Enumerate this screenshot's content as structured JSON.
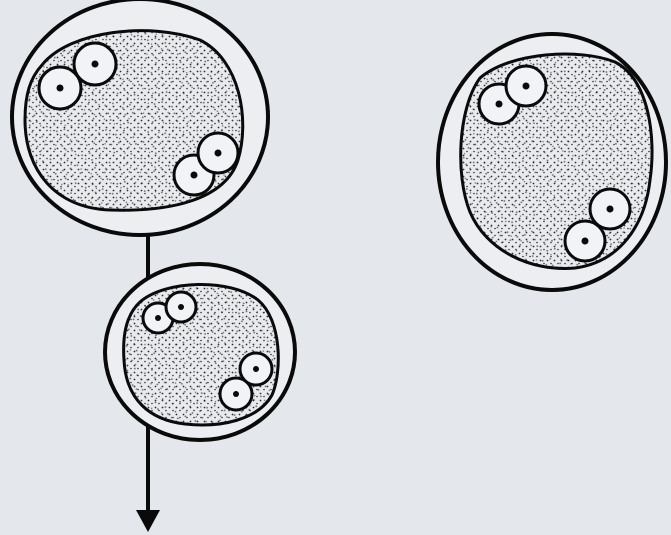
{
  "colors": {
    "background": "#e4e7ec",
    "ink": "#0a0a0a",
    "cell_fill": "#eceef2",
    "cytoplasm_fill": "#e8eaee",
    "stipple": "#111111"
  },
  "diagram": {
    "arrow": {
      "direction": "down",
      "marks": "cell-lineage"
    },
    "cells": [
      {
        "id": "parent-cell",
        "position": "top-left",
        "vesicle_pairs": 2,
        "stippled_cytoplasm": true
      },
      {
        "id": "daughter-cell",
        "position": "bottom-center",
        "vesicle_pairs": 2,
        "stippled_cytoplasm": true
      },
      {
        "id": "separate-cell",
        "position": "right",
        "vesicle_pairs": 2,
        "stippled_cytoplasm": true
      }
    ]
  }
}
